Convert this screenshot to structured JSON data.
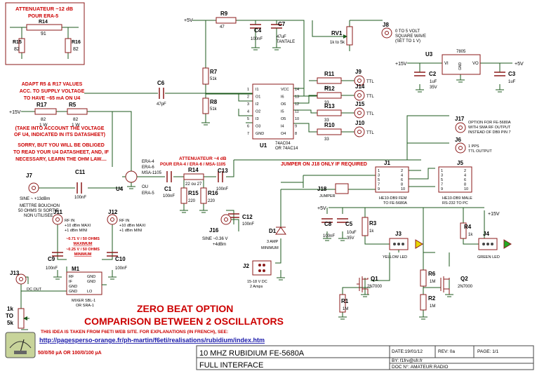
{
  "colors": {
    "wire": "#1c5a1c",
    "component": "#8b1a1a",
    "note": "#cc0000",
    "background": "#ffffff",
    "meter": "#c8d49a",
    "led_yellow": "#e8d800",
    "led_green": "#22aa22"
  },
  "atten12": {
    "title": "ATTENUATEUR ~12 dB",
    "subtitle": "POUR ERA-5",
    "r14": "R14",
    "r14_val": "91",
    "r15": "R15",
    "r15_val": "82",
    "r16": "R16",
    "r16_val": "82"
  },
  "adapt_note": [
    "ADAPT R5 & R17 VALUES",
    "ACC. TO SUPPLY VOLTAGE",
    "TO HAVE ~65 mA ON U4"
  ],
  "take_note": [
    "(TAKE INTO ACCOUNT THE VOLTAGE",
    "OF U4, INDICATED IN ITS DATASHEET)"
  ],
  "sorry_note": [
    "SORRY, BUT YOU WILL BE OBLIGED",
    "TO READ YOUR U4 DATASHEET, AND, IF",
    "NECESSARY, LEARN THE OHM LAW...."
  ],
  "plus15": "+15V",
  "r17": {
    "ref": "R17",
    "v1": "82",
    "v2": "1 W"
  },
  "r5": {
    "ref": "R5",
    "v1": "82",
    "v2": "1 W"
  },
  "r9": {
    "ref": "R9",
    "val": "47"
  },
  "c4": {
    "ref": "C4",
    "val": "100nF"
  },
  "c7": {
    "ref": "C7",
    "v1": "47uF",
    "v2": "TANTALE"
  },
  "rv1": {
    "ref": "RV1",
    "val": "1k to 5k"
  },
  "j8": {
    "ref": "J8",
    "l1": "0 TO 5 VOLT",
    "l2": "SQUARE WAVE",
    "l3": "(SET TO 1 V)"
  },
  "u3": {
    "ref": "U3",
    "part": "7805",
    "vi": "VI",
    "vo": "VO",
    "gnd": "GND"
  },
  "c2": {
    "ref": "C2",
    "v1": "1uF",
    "v2": "35V"
  },
  "c3": {
    "ref": "C3",
    "v1": "1uF"
  },
  "r7": {
    "ref": "R7",
    "val": "51k"
  },
  "r8": {
    "ref": "R8",
    "val": "51k"
  },
  "c6": {
    "ref": "C6",
    "val": "47pF"
  },
  "u1": {
    "ref": "U1",
    "p1": "74AC04",
    "p2": "OR 74AC14",
    "pins_left": [
      "1",
      "2",
      "3",
      "4",
      "5",
      "6",
      "7"
    ],
    "pins_right": [
      "14",
      "13",
      "12",
      "11",
      "10",
      "9",
      "8"
    ],
    "in_left": [
      "I1",
      "O1",
      "I2",
      "O2",
      "I3",
      "O3",
      "GND"
    ],
    "in_right": [
      "VCC",
      "I6",
      "O6",
      "I5",
      "O5",
      "I4",
      "O4"
    ]
  },
  "outs": [
    {
      "r": "R11",
      "rv": "33",
      "j": "J9",
      "ttl": "TTL"
    },
    {
      "r": "R12",
      "rv": "33",
      "j": "J14",
      "ttl": "TTL"
    },
    {
      "r": "R13",
      "rv": "33",
      "j": "J15",
      "ttl": "TTL"
    },
    {
      "r": "R10",
      "rv": "33",
      "j": "J10",
      "ttl": "TTL"
    }
  ],
  "j17": {
    "ref": "J17",
    "l1": "OPTION FOR FE-5680A",
    "l2": "WITH SMA RF OUTPUT",
    "l3": "INSTEAD OF DB9 PIN 7"
  },
  "j6": {
    "ref": "J6",
    "l1": "1 PPS",
    "l2": "TTL OUTPUT"
  },
  "u4": {
    "ref": "U4",
    "parts": [
      "ERA-4",
      "ERA-6",
      "MSA-1105"
    ],
    "ou": "OU",
    "alt": "ERA-5"
  },
  "atten4": {
    "title": "ATTENUATEUR ~4 dB",
    "subtitle": "POUR ERA-4 / ERA-6 / MSA-1105"
  },
  "r14b": {
    "ref": "R14",
    "val": "22 ou 27"
  },
  "r15b": {
    "ref": "R15",
    "val": "220"
  },
  "r16b": {
    "ref": "R16",
    "val": "220"
  },
  "c1": {
    "ref": "C1",
    "val": "100nF"
  },
  "c13": {
    "ref": "C13",
    "val": "100nF"
  },
  "c11": {
    "ref": "C11",
    "val": "100nF"
  },
  "j7": {
    "ref": "J7",
    "l1": "SINE ~ +13dBm",
    "l2": "METTRE BOUCHON",
    "l3": "50 OHMS SI SORTIE",
    "l4": "NON UTILISEE"
  },
  "jumper_note": "JUMPER ON J18 ONLY IF REQUIRED",
  "j1": {
    "ref": "J1",
    "l1": "HE10-DB9 FEM",
    "l2": "TO FE-5680A",
    "pins_left": [
      "1",
      "3",
      "5",
      "7",
      "9"
    ],
    "pins_right": [
      "2",
      "4",
      "6",
      "8",
      "10"
    ]
  },
  "j5": {
    "ref": "J5",
    "l1": "HE10-DB9 MALE",
    "l2": "RS-232 TO PC",
    "pins_left": [
      "1",
      "3",
      "5",
      "7",
      "9"
    ],
    "pins_right": [
      "2",
      "4",
      "6",
      "8",
      "10"
    ]
  },
  "j18": {
    "ref": "J18",
    "l1": "JUMPER"
  },
  "c8": {
    "ref": "C8",
    "val": "100nF"
  },
  "c5": {
    "ref": "C5",
    "v1": "10uF",
    "v2": "35V"
  },
  "r3": {
    "ref": "R3",
    "val": "1k"
  },
  "r4": {
    "ref": "R4",
    "val": "1k"
  },
  "j3": {
    "ref": "J3",
    "l1": "YELLOW LED"
  },
  "j4": {
    "ref": "J4",
    "l1": "GREEN LED"
  },
  "c12": {
    "ref": "C12",
    "val": "100nF"
  },
  "j16": {
    "ref": "J16",
    "l1": "SINE ~0.36 V",
    "l2": "+4dBm"
  },
  "d1": {
    "ref": "D1",
    "l1": "3 AMP",
    "l2": "MINIMUM"
  },
  "j2": {
    "ref": "J2",
    "l1": "15-18 V DC",
    "l2": "2 Amps"
  },
  "q1": {
    "ref": "Q1",
    "val": "2N7000"
  },
  "q2": {
    "ref": "Q2",
    "val": "2N7000"
  },
  "r6": {
    "ref": "R6",
    "val": "1M"
  },
  "r2": {
    "ref": "R2",
    "val": "1M"
  },
  "r1": {
    "ref": "R1",
    "val": "1M"
  },
  "j11": {
    "ref": "J11",
    "l1": "RF IN",
    "l2": "+10 dBm MAXI",
    "l3": "+1 dBm MINI"
  },
  "j12": {
    "ref": "J12",
    "l1": "RF IN",
    "l2": "+10 dBm MAXI",
    "l3": "+1 dBm MINI"
  },
  "level_note": {
    "l1": "~0.71 V / 50 OHMS",
    "l2": "MAXIMUM",
    "l3": "~0.25 V / 50 OHMS",
    "l4": "MINIMUM"
  },
  "c9": {
    "ref": "C9",
    "val": "100nF"
  },
  "c10": {
    "ref": "C10",
    "val": "100nF"
  },
  "m1": {
    "ref": "M1",
    "pins": [
      "RF",
      "IF",
      "GND",
      "GND",
      "GND",
      "GND",
      "LO"
    ],
    "l1": "MIXER SBL-1",
    "l2": "OR SRA-1"
  },
  "j13": {
    "ref": "J13",
    "l1": "DC OUT"
  },
  "pot": {
    "l1": "1k",
    "l2": "TO",
    "l3": "5k"
  },
  "meter_text": "50/0/50 µA OR 100/0/100 µA",
  "zero_beat": {
    "l1": "ZERO BEAT OPTION",
    "l2": "COMPARISON BETWEEN 2  OSCILLATORS",
    "l3": "THIS IDEA IS TAKEN FROM F6ETI WEB SITE. FOR EXPLANATIONS (IN FRENCH), SEE:",
    "url": "http://pagesperso-orange.fr/ph-martin/f6eti/realisations/rubidium/index.htm"
  },
  "title_block": {
    "title1": "10 MHZ RUBIDIUM FE-5680A",
    "title2": "FULL INTERFACE",
    "date": "DATE:19/01/12",
    "rev": "REV: 0a",
    "page": "PAGE:  1/1",
    "by": "BY:  f1frv@sfr.fr",
    "doc": "DOC N°: AMATEUR RADIO"
  }
}
